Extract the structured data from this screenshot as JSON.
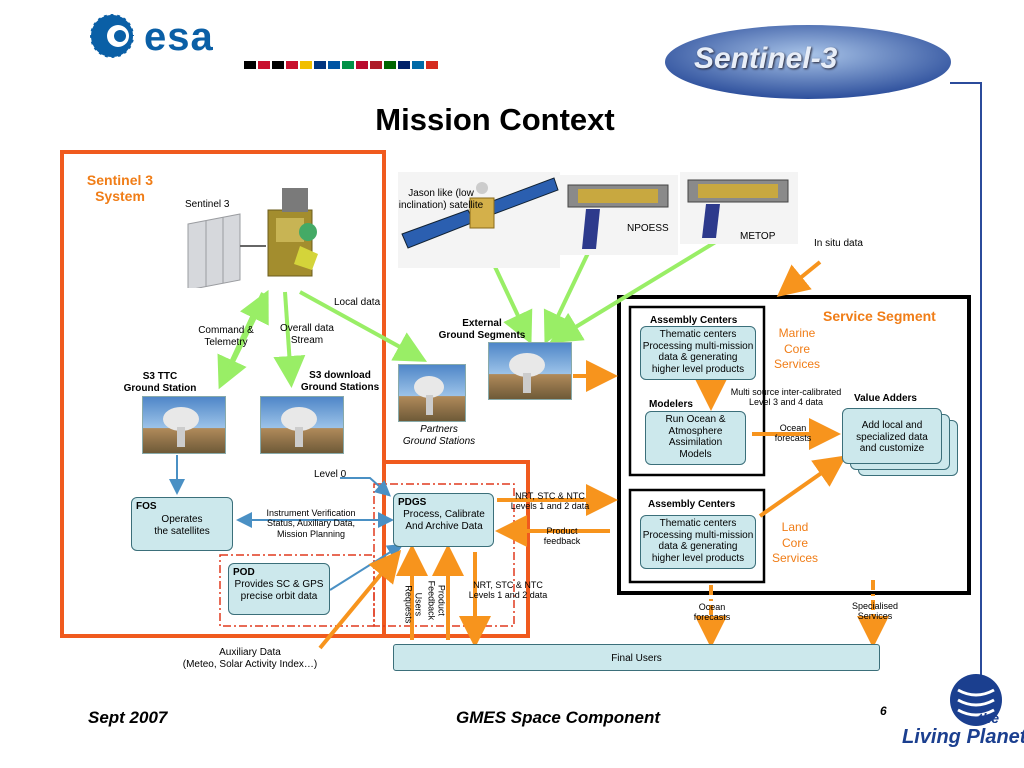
{
  "header": {
    "logo_text": "esa",
    "mission_badge": "Sentinel-3",
    "flags": [
      "#000000",
      "#c8102e",
      "#000000",
      "#c8102e",
      "#c60c30",
      "#ffffff",
      "#003580",
      "#0055a4",
      "#009246",
      "#ba0c2f",
      "#ae1c28",
      "#006600",
      "#012169",
      "#006aa7",
      "#d52b1e"
    ]
  },
  "page": {
    "title": "Mission Context",
    "footer_date": "Sept 2007",
    "footer_title": "GMES Space Component",
    "page_number": "6",
    "footer_logo_the": "the",
    "footer_logo_text": "Living Planet"
  },
  "system": {
    "title_line1": "Sentinel 3",
    "title_line2": "System",
    "satellite_label": "Sentinel 3",
    "command_label_1": "Command &",
    "command_label_2": "Telemetry",
    "overall_label_1": "Overall data",
    "overall_label_2": "Stream",
    "local_data": "Local data",
    "ttc_label_1": "S3 TTC",
    "ttc_label_2": "Ground Station",
    "dl_label_1": "S3 download",
    "dl_label_2": "Ground Stations",
    "level0": "Level 0"
  },
  "external": {
    "jason_1": "Jason like (low",
    "jason_2": "inclination) satellite",
    "npoess": "NPOESS",
    "metop": "METOP",
    "in_situ": "In situ data",
    "ext_gs_1": "External",
    "ext_gs_2": "Ground Segments",
    "partners_1": "Partners",
    "partners_2": "Ground Stations"
  },
  "fos": {
    "title": "FOS",
    "line1": "Operates",
    "line2": "the satellites"
  },
  "pod": {
    "title": "POD",
    "line1": "Provides SC & GPS",
    "line2": "precise orbit data"
  },
  "pdgs": {
    "title": "PDGS",
    "line1": "Process, Calibrate",
    "line2": "And Archive Data"
  },
  "links": {
    "instr_1": "Instrument Verification",
    "instr_2": "Status, Auxiliary Data,",
    "instr_3": "Mission Planning",
    "nrt_top_1": "NRT, STC & NTC",
    "nrt_top_2": "Levels 1 and 2 data",
    "pf_1": "Product",
    "pf_2": "feedback",
    "nrt_bot_1": "NRT, STC & NTC",
    "nrt_bot_2": "Levels 1 and 2 data",
    "users_req_1": "Users",
    "users_req_2": "Requests",
    "prod_fb_v_1": "Product",
    "prod_fb_v_2": "Feedback",
    "aux_1": "Auxiliary Data",
    "aux_2": "(Meteo, Solar Activity Index…)",
    "ocean_bottom_1": "Ocean",
    "ocean_bottom_2": "forecasts",
    "spec_1": "Specialised",
    "spec_2": "Services"
  },
  "service": {
    "title": "Service Segment",
    "assembly_top": "Assembly Centers",
    "thematic_1": "Thematic centers",
    "thematic_2": "Processing multi-mission",
    "thematic_3": "data & generating",
    "thematic_4": "higher level products",
    "marine_1": "Marine",
    "marine_2": "Core",
    "marine_3": "Services",
    "multi_1": "Multi source inter-calibrated",
    "multi_2": "Level 3 and 4 data",
    "modelers": "Modelers",
    "model_1": "Run Ocean &",
    "model_2": "Atmosphere",
    "model_3": "Assimilation",
    "model_4": "Models",
    "ocean_fc_1": "Ocean",
    "ocean_fc_2": "forecasts",
    "value_adders": "Value Adders",
    "va_1": "Add local and",
    "va_2": "specialized data",
    "va_3": "and customize",
    "assembly_bottom": "Assembly Centers",
    "land_1": "Land",
    "land_2": "Core",
    "land_3": "Services",
    "final_users": "Final Users"
  },
  "colors": {
    "orange": "#f7941d",
    "green": "#99ee66",
    "blue_arrow": "#4a90c4",
    "box_fill": "#cce8ec",
    "title_orange": "#f07d17",
    "system_border": "#f05a1e"
  }
}
